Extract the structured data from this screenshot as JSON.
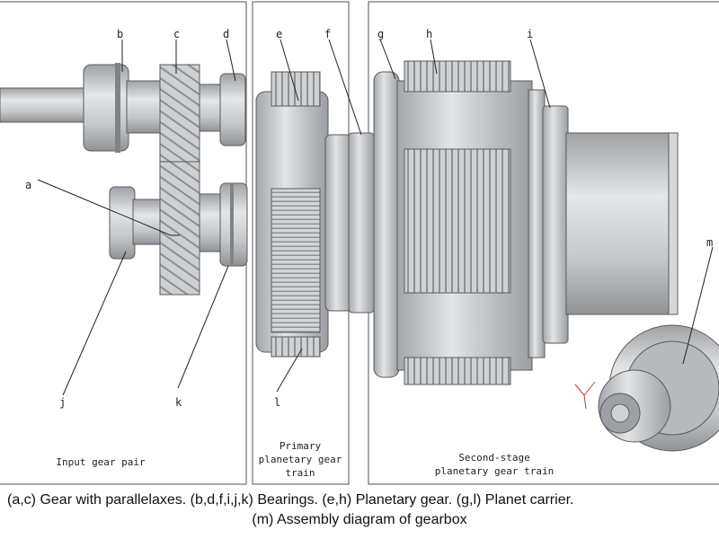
{
  "panels": {
    "input": {
      "title": "Input gear pair"
    },
    "primary": {
      "title_lines": [
        "Primary",
        "planetary gear",
        "train"
      ]
    },
    "second": {
      "title_lines": [
        "Second-stage",
        "planetary gear train"
      ]
    }
  },
  "labels": {
    "a": "a",
    "b": "b",
    "c": "c",
    "d": "d",
    "e": "e",
    "f": "f",
    "g": "g",
    "h": "h",
    "i": "i",
    "j": "j",
    "k": "k",
    "l": "l",
    "m": "m"
  },
  "caption": {
    "line1": "(a,c) Gear with parallelaxes.  (b,d,f,i,j,k) Bearings.  (e,h) Planetary gear.  (g,l) Planet carrier.",
    "line2": "(m) Assembly diagram of gearbox"
  },
  "colors": {
    "metal": "#c7cacd",
    "metal_light": "#e3e5e7",
    "metal_dark": "#8e9296",
    "line": "#222222"
  }
}
